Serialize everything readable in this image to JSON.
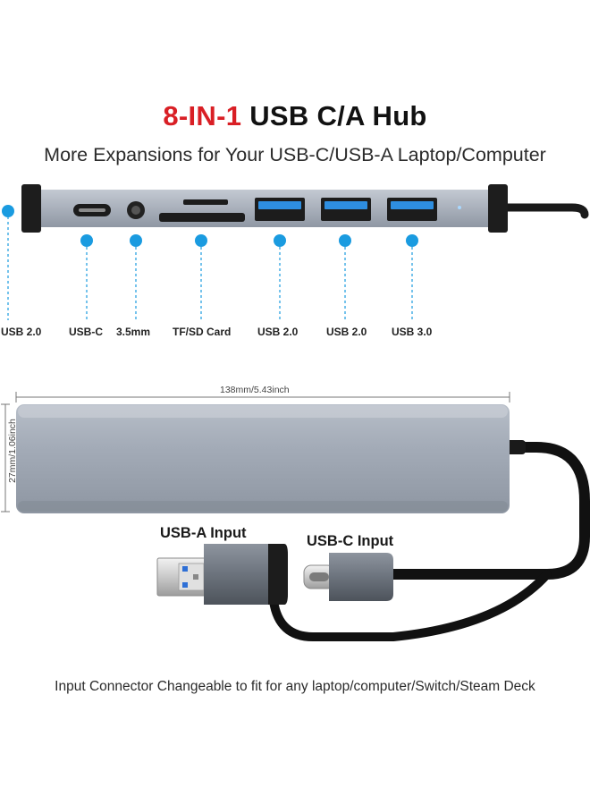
{
  "title": {
    "part1": "8-IN-1",
    "part2": "USB C/A Hub"
  },
  "subtitle": "More Expansions for Your USB-C/USB-A Laptop/Computer",
  "ports": [
    {
      "label": "USB 2.0"
    },
    {
      "label": "USB-C"
    },
    {
      "label": "3.5mm"
    },
    {
      "label": "TF/SD Card"
    },
    {
      "label": "USB 2.0"
    },
    {
      "label": "USB 2.0"
    },
    {
      "label": "USB 3.0"
    }
  ],
  "dimensions": {
    "width": "138mm/5.43inch",
    "height": "27mm/1.06inch"
  },
  "inputs": {
    "usb_a": "USB-A Input",
    "usb_c": "USB-C Input"
  },
  "footer": "Input Connector Changeable to fit for any laptop/computer/Switch/Steam Deck",
  "colors": {
    "accent": "#d91f25",
    "callout": "#1a9be0",
    "body": "#9ba3b0",
    "port": "#2e8ee0"
  }
}
